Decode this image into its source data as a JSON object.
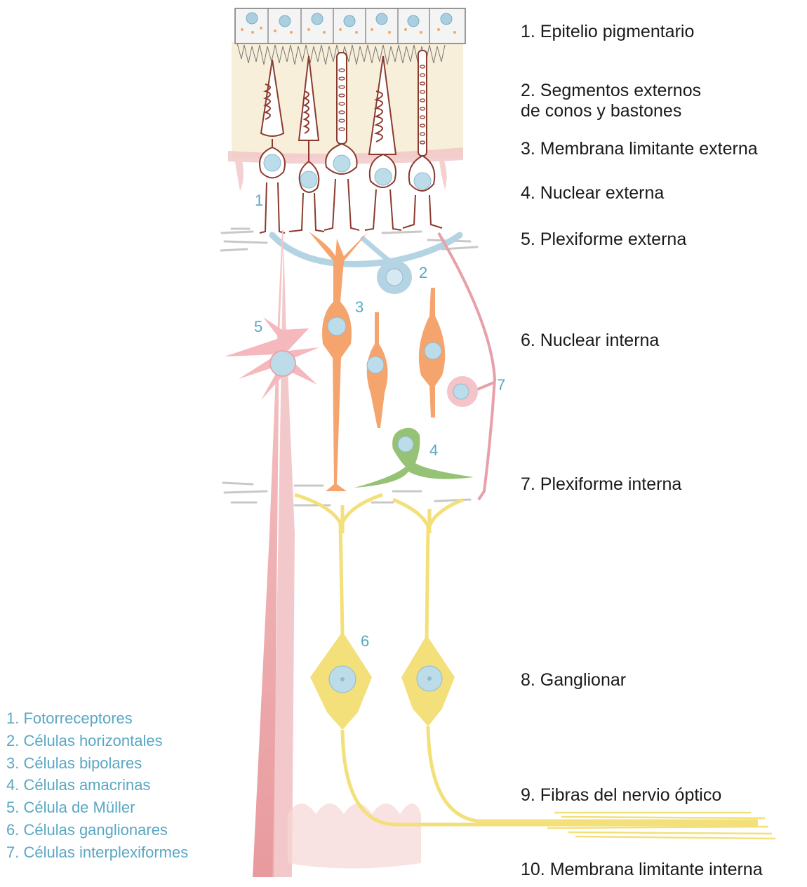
{
  "layers": [
    {
      "id": "epitelio",
      "text": "1. Epitelio pigmentario"
    },
    {
      "id": "segmentos",
      "text": "2. Segmentos externos\n    de conos y bastones"
    },
    {
      "id": "mle",
      "text": "3. Membrana limitante externa"
    },
    {
      "id": "nuclear-externa",
      "text": "4. Nuclear externa"
    },
    {
      "id": "plexiforme-externa",
      "text": "5. Plexiforme externa"
    },
    {
      "id": "nuclear-interna",
      "text": "6. Nuclear interna"
    },
    {
      "id": "plexiforme-interna",
      "text": "7. Plexiforme interna"
    },
    {
      "id": "ganglionar",
      "text": "8. Ganglionar"
    },
    {
      "id": "fibras",
      "text": "9. Fibras del nervio óptico"
    },
    {
      "id": "mli",
      "text": "10. Membrana limitante interna"
    }
  ],
  "cell_legend": [
    "1. Fotorreceptores",
    "2. Células horizontales",
    "3. Células bipolares",
    "4. Células amacrinas",
    "5. Célula de Müller",
    "6. Células ganglionares",
    "7. Células interplexiformes"
  ],
  "cell_numbers": [
    "1",
    "2",
    "3",
    "4",
    "5",
    "6",
    "7"
  ],
  "colors": {
    "photoreceptor": "#8b3a2e",
    "horizontal": "#a9cfe0",
    "bipolar": "#f4a070",
    "amacrine": "#8fbf70",
    "muller": "#f0b8b8",
    "ganglion": "#f3e07a",
    "interplexiform": "#e8a0a8",
    "label_blue": "#5aa7c4"
  }
}
